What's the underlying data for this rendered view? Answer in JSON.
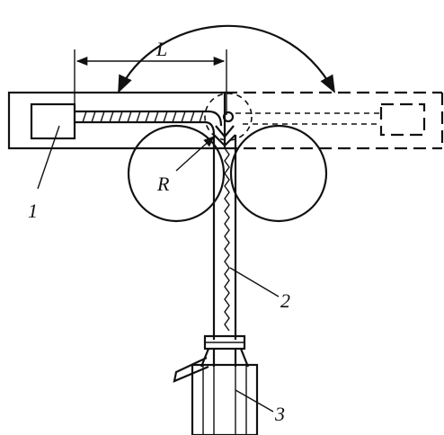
{
  "labels": {
    "length": "L",
    "radius": "R",
    "part1": "1",
    "part2": "2",
    "part3": "3"
  },
  "colors": {
    "ink": "#111111",
    "background": "#ffffff"
  }
}
